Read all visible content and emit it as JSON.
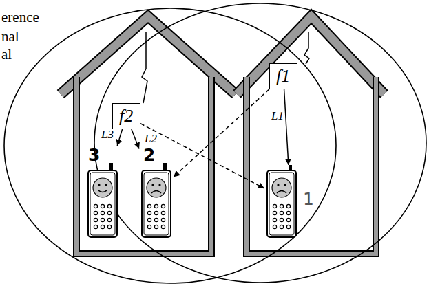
{
  "diagram": {
    "nodes": [
      {
        "text": [
          "f2"
        ]
      },
      {
        "text": [
          "3"
        ]
      },
      {
        "text": [
          "2"
        ]
      },
      {
        "text": [
          "f1"
        ]
      },
      {
        "text": [
          "1"
        ]
      }
    ],
    "edges": [
      {
        "from": 0,
        "to": 1,
        "label": "L3",
        "arrow": "to"
      },
      {
        "from": 0,
        "to": 2,
        "label": "L2",
        "arrow": "to"
      },
      {
        "from": 3,
        "to": 4,
        "label": "L1",
        "arrow": "to"
      },
      {
        "from": 0,
        "to": 4,
        "arrow": "to"
      },
      {
        "from": 3,
        "to": 2,
        "arrow": "to"
      }
    ],
    "labels": [
      "erence",
      "nal",
      "al"
    ]
  }
}
